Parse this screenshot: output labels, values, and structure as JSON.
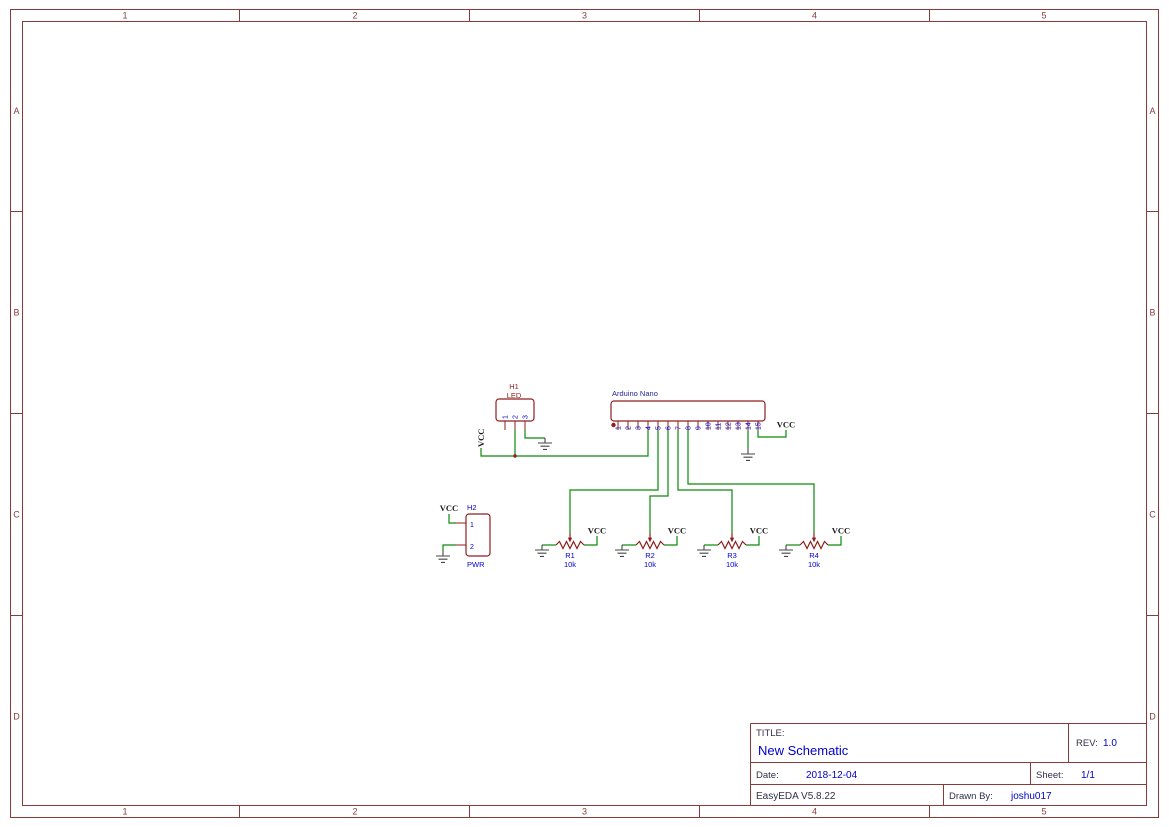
{
  "sheet": {
    "frame": {
      "columns": [
        "1",
        "2",
        "3",
        "4",
        "5"
      ],
      "rows": [
        "A",
        "B",
        "C",
        "D"
      ]
    },
    "title_block": {
      "title_label": "TITLE:",
      "title": "New Schematic",
      "rev_label": "REV:",
      "rev_value": "1.0",
      "date_label": "Date:",
      "date_value": "2018-12-04",
      "sheet_label": "Sheet:",
      "sheet_value": "1/1",
      "tool_version": "EasyEDA V5.8.22",
      "drawn_by_label": "Drawn By:",
      "drawn_by_value": "joshu017"
    }
  },
  "schematic": {
    "h1": {
      "ref": "H1",
      "value": "LED",
      "pins": [
        "1",
        "2",
        "3"
      ]
    },
    "nano": {
      "name": "Arduino Nano",
      "pins": [
        "1",
        "2",
        "3",
        "4",
        "5",
        "6",
        "7",
        "8",
        "9",
        "10",
        "11",
        "12",
        "13",
        "14",
        "15"
      ]
    },
    "h2": {
      "ref": "H2",
      "value": "PWR",
      "pins": [
        "1",
        "2"
      ]
    },
    "pots": [
      {
        "ref": "R1",
        "value": "10k"
      },
      {
        "ref": "R2",
        "value": "10k"
      },
      {
        "ref": "R3",
        "value": "10k"
      },
      {
        "ref": "R4",
        "value": "10k"
      }
    ],
    "power": {
      "vcc": "VCC"
    }
  },
  "colors": {
    "frame": "#8b3a3a",
    "wire": "#0a8a0a",
    "component": "#8f1d1d",
    "pin_text": "#0000cc",
    "value_text": "#0000cc",
    "nano_name": "#1f1f9c",
    "net_text": "#1a1a1a",
    "ground": "#454545",
    "tb_label": "#30304a",
    "tb_value": "#0000cc"
  }
}
